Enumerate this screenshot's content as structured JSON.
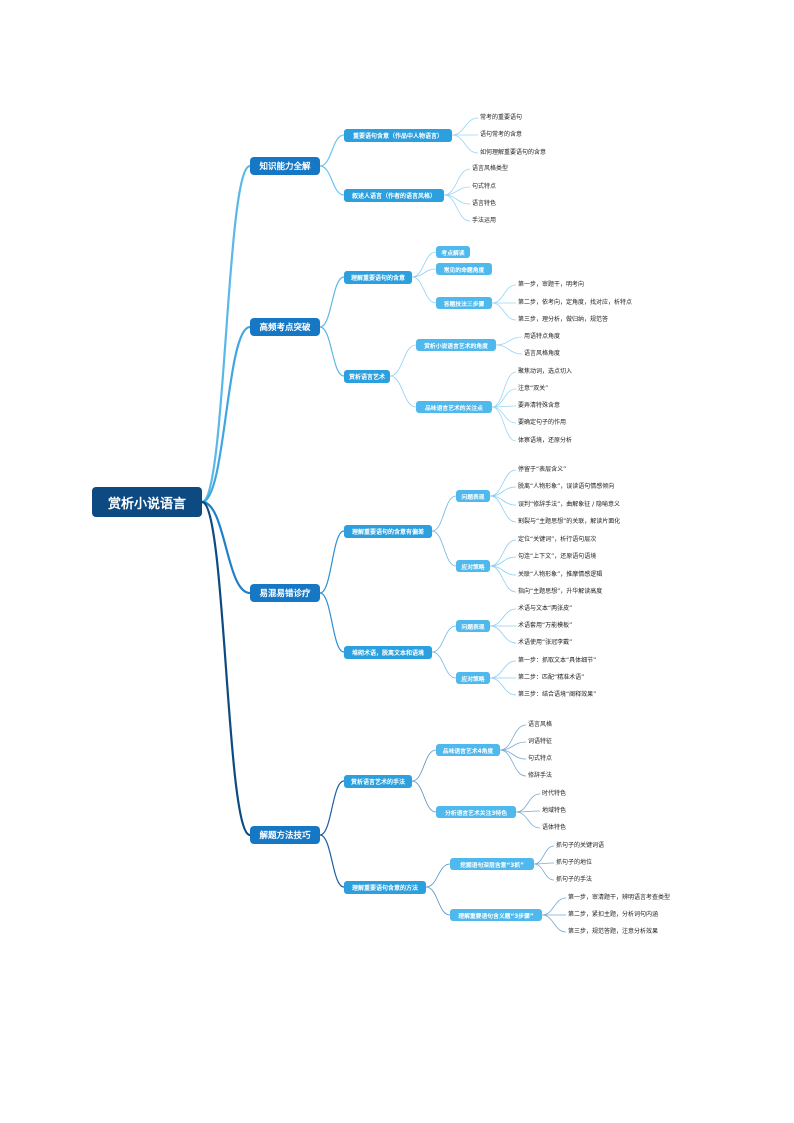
{
  "root": "赏析小说语言",
  "branches": [
    {
      "label": "知识能力全解",
      "children": [
        {
          "label": "重要语句含意（作品中人物语言）",
          "leaves": [
            "常考的重要语句",
            "语句常考的含意",
            "如何理解重要语句的含意"
          ]
        },
        {
          "label": "叙述人语言（作者的语言风格）",
          "leaves": [
            "语言风格类型",
            "句式特点",
            "语言特色",
            "手法运用"
          ]
        }
      ]
    },
    {
      "label": "高频考点突破",
      "children": [
        {
          "label": "理解重要语句的含意",
          "children": [
            {
              "label": "考点解读",
              "leaves": []
            },
            {
              "label": "常见的命题角度",
              "leaves": []
            },
            {
              "label": "答题技法三步骤",
              "leaves": [
                "第一步，审题干，明考向",
                "第二步，依考向，定角度，找对应，析特点",
                "第三步，理分析，做归纳，规范答"
              ]
            }
          ]
        },
        {
          "label": "赏析语言艺术",
          "children": [
            {
              "label": "赏析小说语言艺术的角度",
              "leaves": [
                "用语特点角度",
                "语言风格角度"
              ]
            },
            {
              "label": "品味语言艺术的关注点",
              "leaves": [
                "聚焦动词，选点切入",
                "注意“双关”",
                "要弄清特殊含意",
                "要确定句子的作用",
                "体察语境，还原分析"
              ]
            }
          ]
        }
      ]
    },
    {
      "label": "易混易错诊疗",
      "children": [
        {
          "label": "理解重要语句的含意有偏差",
          "children": [
            {
              "label": "问题表现",
              "leaves": [
                "停留于“表层含义”",
                "脱离“人物形象”，误读语句情感倾向",
                "误判“修辞手法”，曲解象征 / 隐喻意义",
                "割裂与“主题思想”的关联，解读片面化"
              ]
            },
            {
              "label": "应对策略",
              "leaves": [
                "定位“关键词”，析行语句层次",
                "勾连“上下文”，还原语句语境",
                "关联“人物形象”，推摩情感逻辑",
                "指向“主题思想”，升华解读高度"
              ]
            }
          ]
        },
        {
          "label": "堆砌术语，脱离文本和语境",
          "children": [
            {
              "label": "问题表现",
              "leaves": [
                "术语与文本“两张皮”",
                "术语套用“万能模板”",
                "术语使用“张冠李戴”"
              ]
            },
            {
              "label": "应对策略",
              "leaves": [
                "第一步：抓取文本“具体细节”",
                "第二步：匹配“精准术语”",
                "第三步：结合语境“阐释效果”"
              ]
            }
          ]
        }
      ]
    },
    {
      "label": "解题方法技巧",
      "children": [
        {
          "label": "赏析语言艺术的手法",
          "children": [
            {
              "label": "品味语言艺术4角度",
              "leaves": [
                "语言风格",
                "词语特征",
                "句式特点",
                "修辞手法"
              ]
            },
            {
              "label": "分析语言艺术关注3特色",
              "leaves": [
                "时代特色",
                "地域特色",
                "语体特色"
              ]
            }
          ]
        },
        {
          "label": "理解重要语句含意的方法",
          "children": [
            {
              "label": "挖掘语句深层含意“3抓”",
              "leaves": [
                "抓句子的关键词语",
                "抓句子的地位",
                "抓句子的手法"
              ]
            },
            {
              "label": "理解重要语句含义题“3步骤”",
              "leaves": [
                "第一步，审清题干，辨明语言考查类型",
                "第二步，紧扣主题，分析词句内涵",
                "第三步，规范答题，注意分析效果"
              ]
            }
          ]
        }
      ]
    }
  ]
}
